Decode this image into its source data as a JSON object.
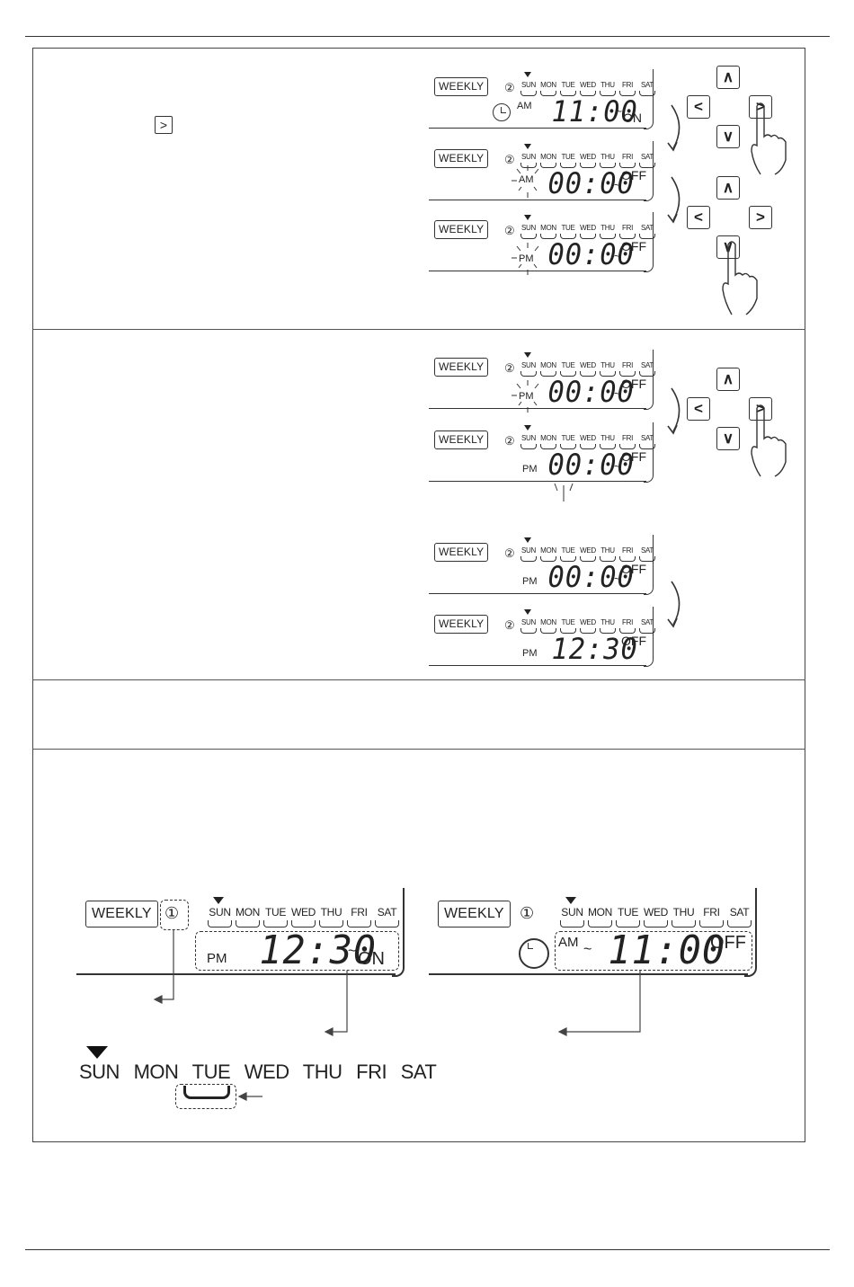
{
  "step_button_icon": "right-button-icon",
  "lcd": {
    "weekly_label": "WEEKLY",
    "prog2": "②",
    "prog1": "①",
    "days": [
      "SUN",
      "MON",
      "TUE",
      "WED",
      "THU",
      "FRI",
      "SAT"
    ],
    "am": "AM",
    "pm": "PM",
    "tilde": "~",
    "on": "ON",
    "off": "OFF"
  },
  "panels": [
    {
      "ampm": "AM",
      "time": "11:00",
      "state": "ON",
      "clock": true
    },
    {
      "ampm": "AM",
      "time": "00:00",
      "state": "OFF",
      "clock": false
    },
    {
      "ampm": "PM",
      "time": "00:00",
      "state": "OFF",
      "clock": false
    },
    {
      "ampm": "PM",
      "time": "00:00",
      "state": "OFF",
      "clock": false
    },
    {
      "ampm": "PM",
      "time": "00:00",
      "state": "OFF",
      "clock": false
    },
    {
      "ampm": "PM",
      "time": "00:00",
      "state": "OFF",
      "clock": false
    },
    {
      "ampm": "PM",
      "time": "12:30",
      "state": "OFF",
      "clock": false
    }
  ],
  "big_left": {
    "ampm": "PM",
    "time": "12:30",
    "state": "ON"
  },
  "big_right": {
    "ampm": "AM",
    "time": "11:00",
    "state": "OFF"
  },
  "keys": {
    "up": "∧",
    "down": "∨",
    "left": "<",
    "right": ">"
  },
  "day_row": [
    "SUN",
    "MON",
    "TUE",
    "WED",
    "THU",
    "FRI",
    "SAT"
  ]
}
